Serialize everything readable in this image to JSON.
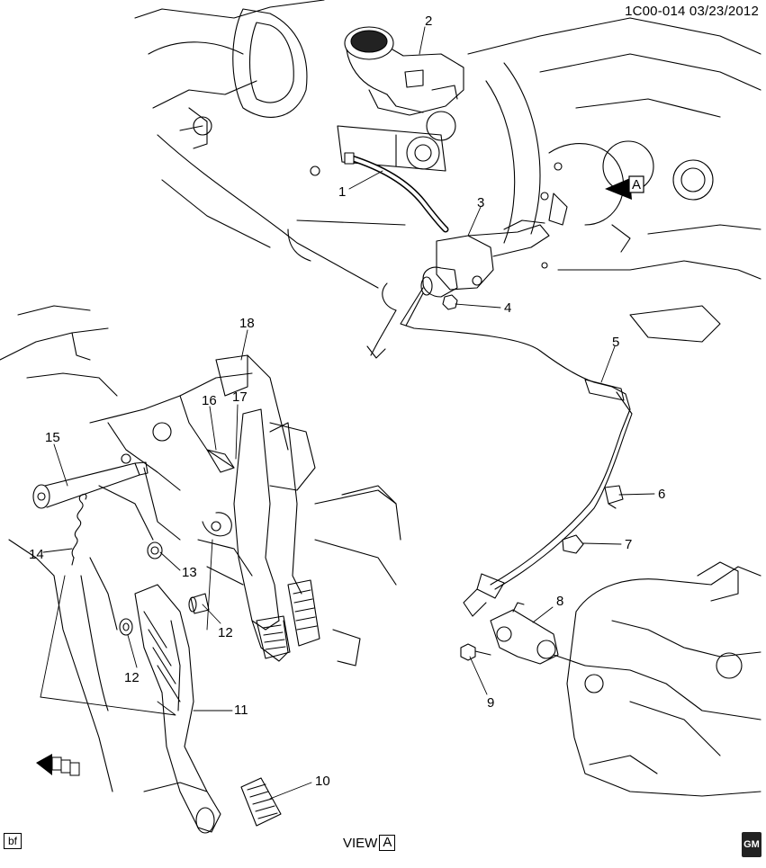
{
  "header": {
    "code": "1C00-014  03/23/2012"
  },
  "footer": {
    "tag": "bf",
    "view_text": "VIEW",
    "view_letter": "A"
  },
  "view_marker": {
    "letter": "A"
  },
  "callouts": [
    "1",
    "2",
    "3",
    "4",
    "5",
    "6",
    "7",
    "8",
    "9",
    "10",
    "11",
    "12",
    "12",
    "13",
    "14",
    "15",
    "16",
    "17",
    "18"
  ]
}
